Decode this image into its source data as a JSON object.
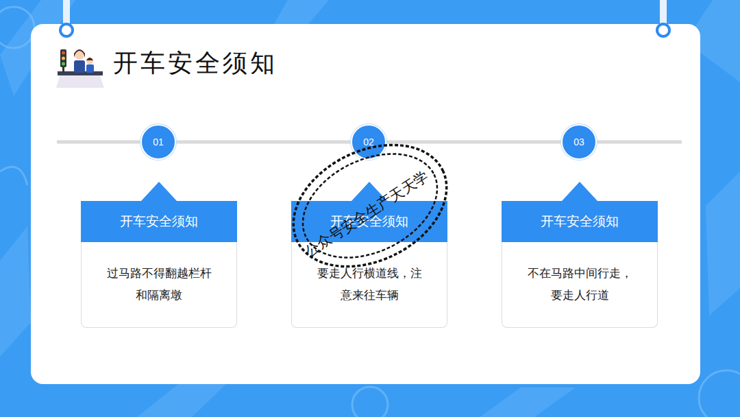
{
  "diagram": {
    "title": "开车安全须知",
    "nodes": [
      {
        "text": [
          "01"
        ]
      },
      {
        "text": [
          "02"
        ]
      },
      {
        "text": [
          "03"
        ]
      },
      {
        "text": [
          "开车安全须知",
          "过马路不得翻越栏杆 和隔离墩"
        ]
      },
      {
        "text": [
          "开车安全须知",
          "要走人行横道线，注 意来往车辆"
        ]
      },
      {
        "text": [
          "开车安全须知",
          "不在马路中间行走， 要走人行道"
        ]
      }
    ],
    "edges": [
      {
        "from": 0,
        "to": 1,
        "arrow": "none"
      },
      {
        "from": 1,
        "to": 2,
        "arrow": "none"
      }
    ],
    "labels": [
      "公众号安全生产天天学"
    ]
  }
}
